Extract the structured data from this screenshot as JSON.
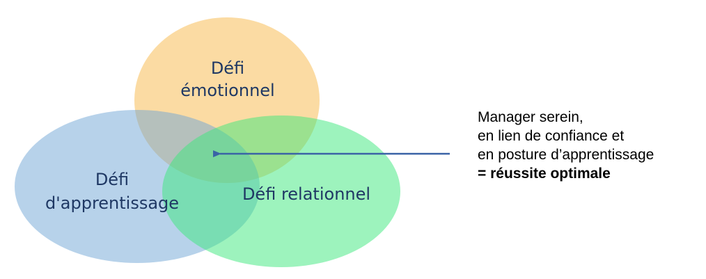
{
  "circles": {
    "emotional": {
      "label_line1": "Défi",
      "label_line2": "émotionnel",
      "color": "#f9c56a"
    },
    "learning": {
      "label_line1": "Défi",
      "label_line2": "d'apprentissage",
      "color": "#6fa5d6"
    },
    "relational": {
      "label": "Défi relationnel",
      "color": "#3ce87c"
    }
  },
  "caption": {
    "line1": "Manager serein,",
    "line2": "en lien de confiance et",
    "line3": "en posture d’apprentissage",
    "line4": "= réussite optimale"
  },
  "arrow": {
    "color": "#3a63a6",
    "direction": "left"
  }
}
